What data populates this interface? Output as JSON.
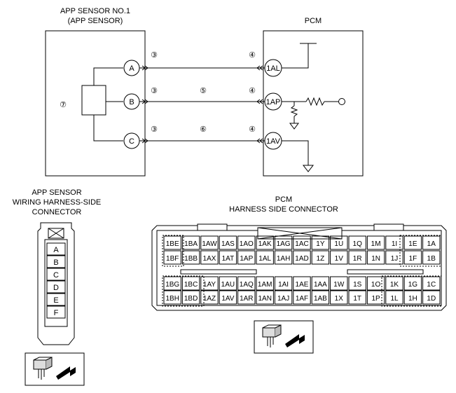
{
  "app_sensor": {
    "title_line1": "APP SENSOR NO.1",
    "title_line2": "(APP SENSOR)",
    "ref_no": "⑦",
    "terminals": [
      "A",
      "B",
      "C"
    ]
  },
  "pcm": {
    "title": "PCM",
    "terminals": [
      "1AL",
      "1AP",
      "1AV"
    ]
  },
  "wiring": {
    "sensor_side_ref": "③",
    "pcm_side_ref": "④",
    "wire_b_ref": "⑤",
    "wire_c_ref": "⑥"
  },
  "app_connector": {
    "title_line1": "APP SENSOR",
    "title_line2": "WIRING HARNESS-SIDE",
    "title_line3": "CONNECTOR",
    "pins": [
      "A",
      "B",
      "C",
      "D",
      "E",
      "F"
    ]
  },
  "pcm_connector": {
    "title_line1": "PCM",
    "title_line2": "HARNESS SIDE CONNECTOR",
    "upper_rows": [
      [
        "1BE",
        "1BA",
        "1AW",
        "1AS",
        "1AO",
        "1AK",
        "1AG",
        "1AC",
        "1Y",
        "1U",
        "1Q",
        "1M",
        "1I",
        "1E",
        "1A"
      ],
      [
        "1BF",
        "1BB",
        "1AX",
        "1AT",
        "1AP",
        "1AL",
        "1AH",
        "1AD",
        "1Z",
        "1V",
        "1R",
        "1N",
        "1J",
        "1F",
        "1B"
      ]
    ],
    "lower_rows": [
      [
        "1BG",
        "1BC",
        "1AY",
        "1AU",
        "1AQ",
        "1AM",
        "1AI",
        "1AE",
        "1AA",
        "1W",
        "1S",
        "1O",
        "1K",
        "1G",
        "1C"
      ],
      [
        "1BH",
        "1BD",
        "1AZ",
        "1AV",
        "1AR",
        "1AN",
        "1AJ",
        "1AF",
        "1AB",
        "1X",
        "1T",
        "1P",
        "1L",
        "1H",
        "1D"
      ]
    ]
  }
}
